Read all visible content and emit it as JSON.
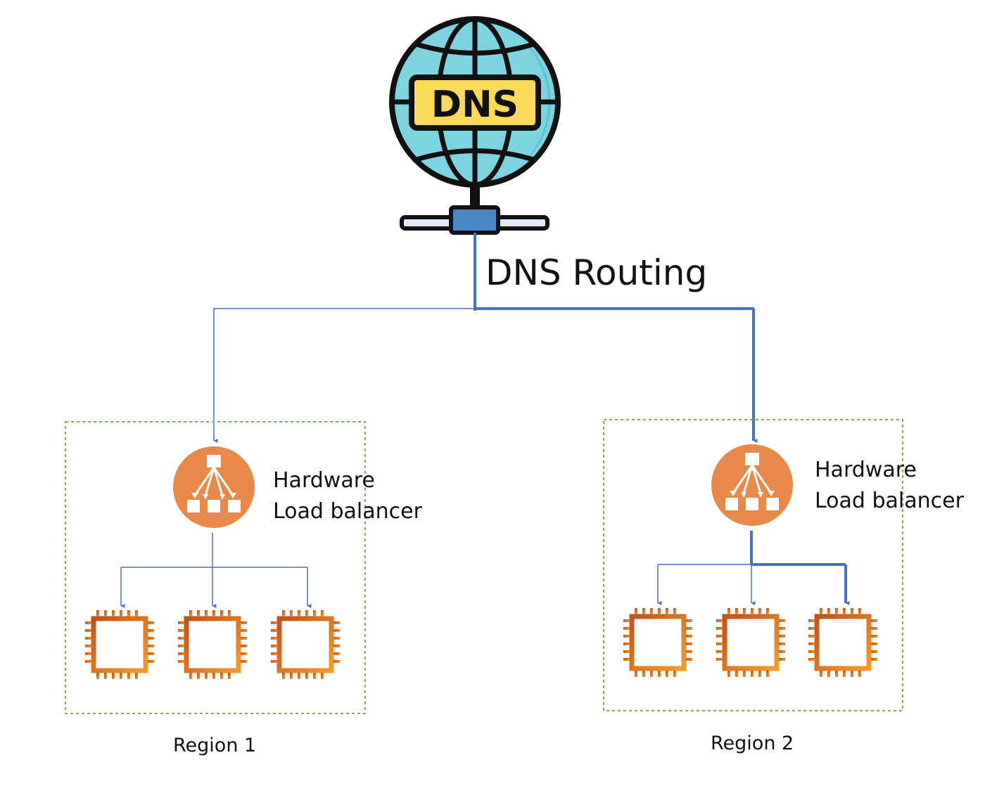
{
  "dns": {
    "badge_text": "DNS",
    "routing_label": "DNS Routing"
  },
  "regions": [
    {
      "label": "Region 1",
      "lb_line1": "Hardware",
      "lb_line2": "Load balancer"
    },
    {
      "label": "Region 2",
      "lb_line1": "Hardware",
      "lb_line2": "Load balancer"
    }
  ],
  "colors": {
    "line": "#4a70c4",
    "region_border": "#77b255",
    "load_balancer": "#e8894a",
    "chip_dark": "#c3501e",
    "chip_light": "#f49b2a",
    "globe": "#7ed3e0",
    "globe_outline": "#111111",
    "badge": "#fbd95a"
  },
  "icons": {
    "dns": "globe-server-icon",
    "load_balancer": "load-balancer-icon",
    "instance": "compute-instance-chip-icon"
  }
}
